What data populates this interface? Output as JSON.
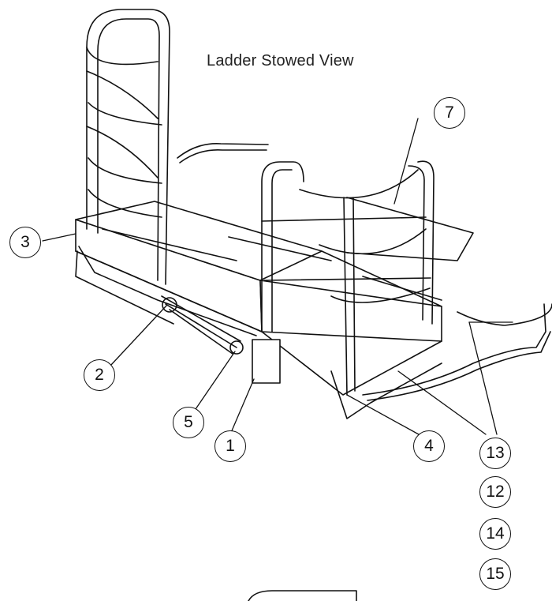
{
  "title": "Ladder Stowed View",
  "callouts": [
    "7",
    "3",
    "2",
    "5",
    "1",
    "4",
    "13",
    "12",
    "14",
    "15"
  ]
}
